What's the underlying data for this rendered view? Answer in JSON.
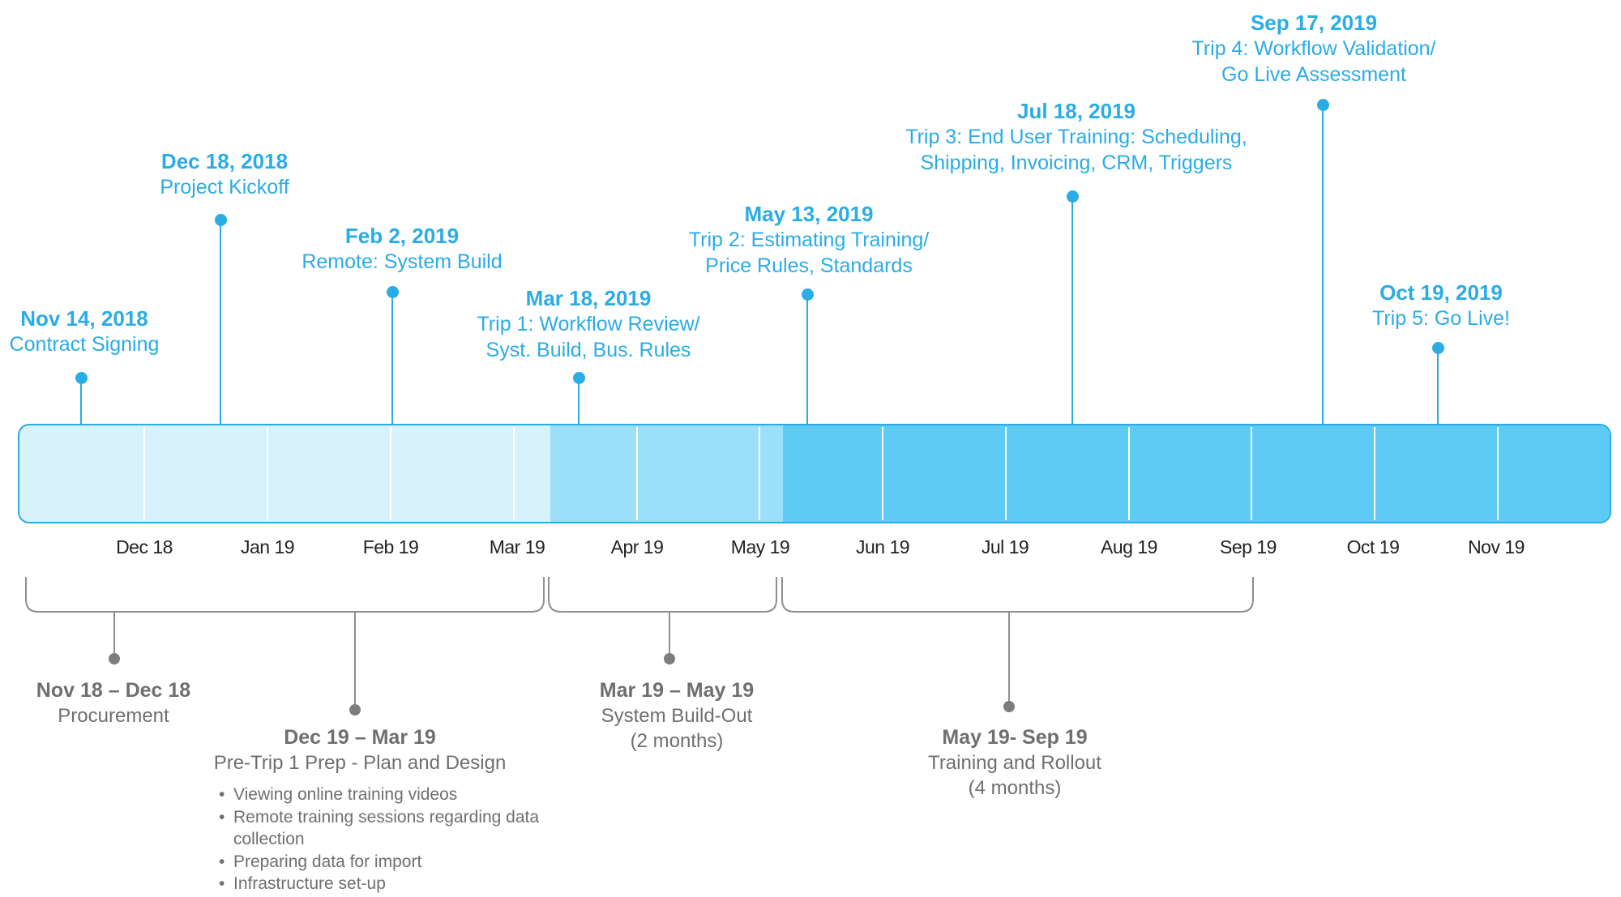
{
  "colors": {
    "segment_light": "#d8f2fc",
    "segment_medium": "#9cdff8",
    "segment_dark": "#5ecbf5",
    "accent_blue": "#2aace5",
    "phase_gray": "#6f6f6f"
  },
  "months": [
    "Dec 18",
    "Jan 19",
    "Feb 19",
    "Mar 19",
    "Apr 19",
    "May 19",
    "Jun 19",
    "Jul 19",
    "Aug 19",
    "Sep 19",
    "Oct 19",
    "Nov 19"
  ],
  "milestones": [
    {
      "date": "Nov 14, 2018",
      "lines": [
        "Contract Signing"
      ]
    },
    {
      "date": "Dec 18, 2018",
      "lines": [
        "Project Kickoff"
      ]
    },
    {
      "date": "Feb 2, 2019",
      "lines": [
        "Remote: System Build"
      ]
    },
    {
      "date": "Mar 18, 2019",
      "lines": [
        "Trip 1:  Workflow Review/",
        "Syst. Build, Bus. Rules"
      ]
    },
    {
      "date": "May 13, 2019",
      "lines": [
        "Trip 2:  Estimating Training/",
        "Price Rules, Standards"
      ]
    },
    {
      "date": "Jul 18, 2019",
      "lines": [
        "Trip 3:  End User Training: Scheduling,",
        "Shipping, Invoicing, CRM, Triggers"
      ]
    },
    {
      "date": "Sep 17, 2019",
      "lines": [
        "Trip 4:  Workflow Validation/",
        "Go Live Assessment"
      ]
    },
    {
      "date": "Oct 19, 2019",
      "lines": [
        "Trip 5:  Go Live!"
      ]
    }
  ],
  "phases": [
    {
      "range": "Nov 18 – Dec 18",
      "lines": [
        "Procurement"
      ]
    },
    {
      "range": "Dec 19 – Mar 19",
      "lines": [
        "Pre-Trip 1 Prep - Plan and Design"
      ]
    },
    {
      "range": "Mar 19 – May 19",
      "lines": [
        "System Build-Out",
        "(2 months)"
      ]
    },
    {
      "range": "May 19- Sep 19",
      "lines": [
        "Training and Rollout",
        "(4 months)"
      ]
    }
  ],
  "prep_bullets": [
    "Viewing online training videos",
    "Remote training sessions regarding data collection",
    "Preparing data for import",
    "Infrastructure set-up"
  ]
}
